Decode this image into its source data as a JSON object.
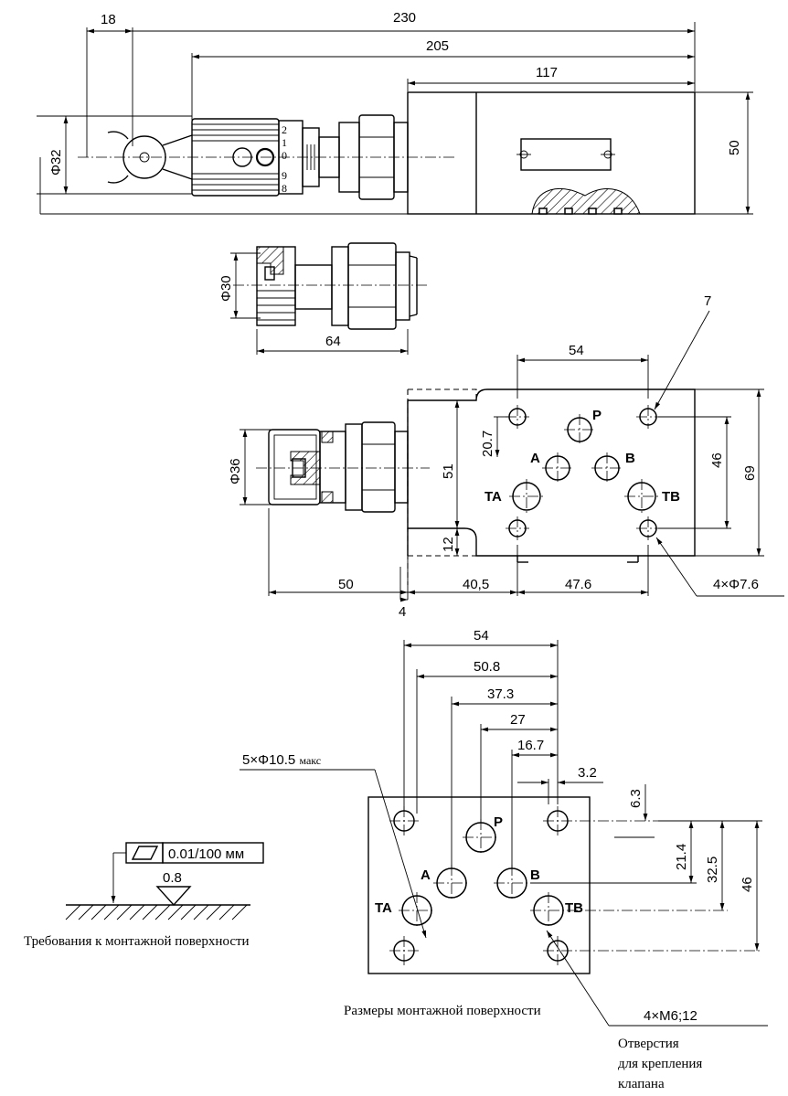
{
  "top_view": {
    "dim_18": "18",
    "dim_230": "230",
    "dim_205": "205",
    "dim_117": "117",
    "dim_50": "50",
    "dim_d32": "Φ32",
    "scale_digits": [
      "2",
      "1",
      "0",
      "9",
      "8"
    ]
  },
  "knob_view": {
    "dim_d30": "Φ30",
    "dim_64": "64"
  },
  "side_view": {
    "dim_54": "54",
    "label_7": "7",
    "port_p": "P",
    "port_a": "A",
    "port_b": "B",
    "port_ta": "TA",
    "port_tb": "TB",
    "dim_20_7": "20.7",
    "dim_51": "51",
    "dim_46": "46",
    "dim_69": "69",
    "dim_12": "12",
    "dim_d36": "Φ36",
    "dim_50": "50",
    "dim_40_5": "40,5",
    "dim_47_6": "47.6",
    "dim_4": "4",
    "holes_note": "4×Φ7.6"
  },
  "mounting_surface": {
    "dim_54": "54",
    "dim_50_8": "50.8",
    "dim_37_3": "37.3",
    "dim_27": "27",
    "dim_16_7": "16.7",
    "dim_3_2": "3.2",
    "dim_6_3": "6.3",
    "dim_21_4": "21.4",
    "dim_32_5": "32.5",
    "dim_46": "46",
    "holes_note_prefix": "5×Φ10.5",
    "holes_note_suffix": "макс",
    "port_p": "P",
    "port_a": "A",
    "port_b": "B",
    "port_ta": "TA",
    "port_tb": "TB",
    "thread_note": "4×M6;12",
    "caption": "Размеры монтажной поверхности",
    "thread_caption": [
      "Отверстия",
      "для крепления",
      "клапана"
    ]
  },
  "surface_requirements": {
    "flatness": "0.01/100 мм",
    "roughness": "0.8",
    "caption": "Требования к монтажной поверхности"
  }
}
